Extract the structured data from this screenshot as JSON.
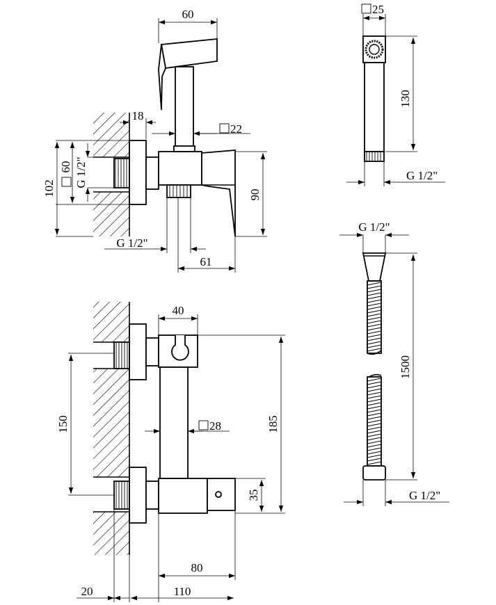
{
  "drawing": {
    "top_view": {
      "width_60": "60",
      "gap_18": "18",
      "square_22": "22",
      "square_60": "60",
      "thread_left": "G 1/2\"",
      "height_102": "102",
      "height_90": "90",
      "thread_bottom": "G 1/2\"",
      "depth_61": "61"
    },
    "front_view": {
      "width_40": "40",
      "spacing_150": "150",
      "square_28": "28",
      "height_185": "185",
      "height_35": "35",
      "width_80": "80",
      "depth_20": "20",
      "depth_110": "110"
    },
    "spray_head": {
      "square_25": "25",
      "length_130": "130",
      "thread": "G 1/2\""
    },
    "hose": {
      "thread_top": "G 1/2\"",
      "length_1500": "1500",
      "thread_bottom": "G 1/2\""
    }
  }
}
